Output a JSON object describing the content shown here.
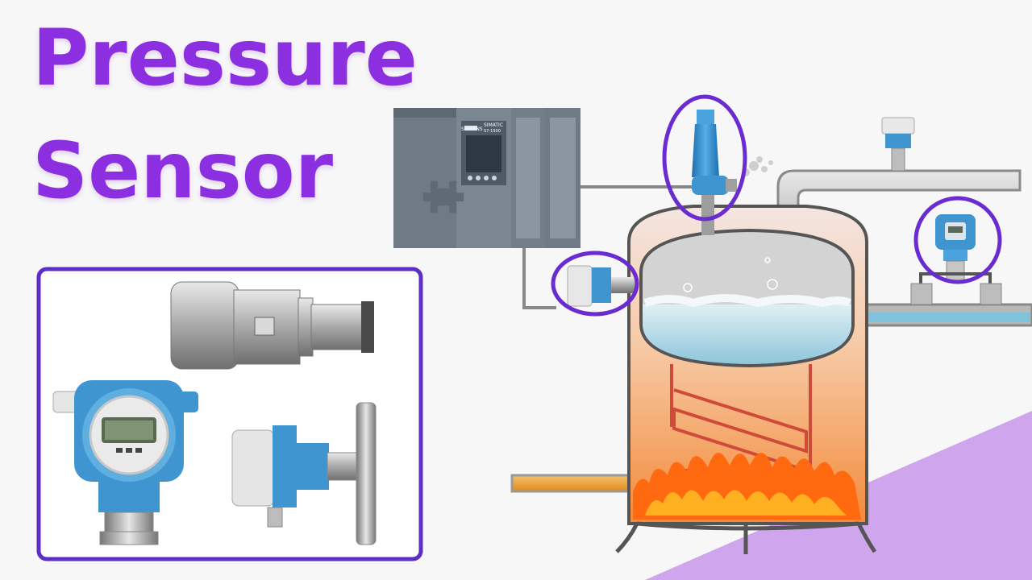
{
  "title": {
    "line1": "Pressure",
    "line2": "Sensor"
  },
  "plc": {
    "brand": "SIEMENS",
    "model_line1": "SIMATIC",
    "model_line2": "S7-1500"
  },
  "colors": {
    "title": "#8b2fe0",
    "highlight_ring": "#6a2bd0",
    "inset_border": "#5b2ec7",
    "transmitter_blue": "#2f86c9",
    "corner_accent": "#cfa6ee",
    "flame": "#ff6a10",
    "water": "#a9d6e6"
  },
  "icons": [
    "plc-controller-icon",
    "pressure-relief-valve-icon",
    "pressure-transmitter-icon",
    "pressure-gauge-icon",
    "boiler-tank-icon",
    "flame-icon",
    "steam-icon"
  ]
}
